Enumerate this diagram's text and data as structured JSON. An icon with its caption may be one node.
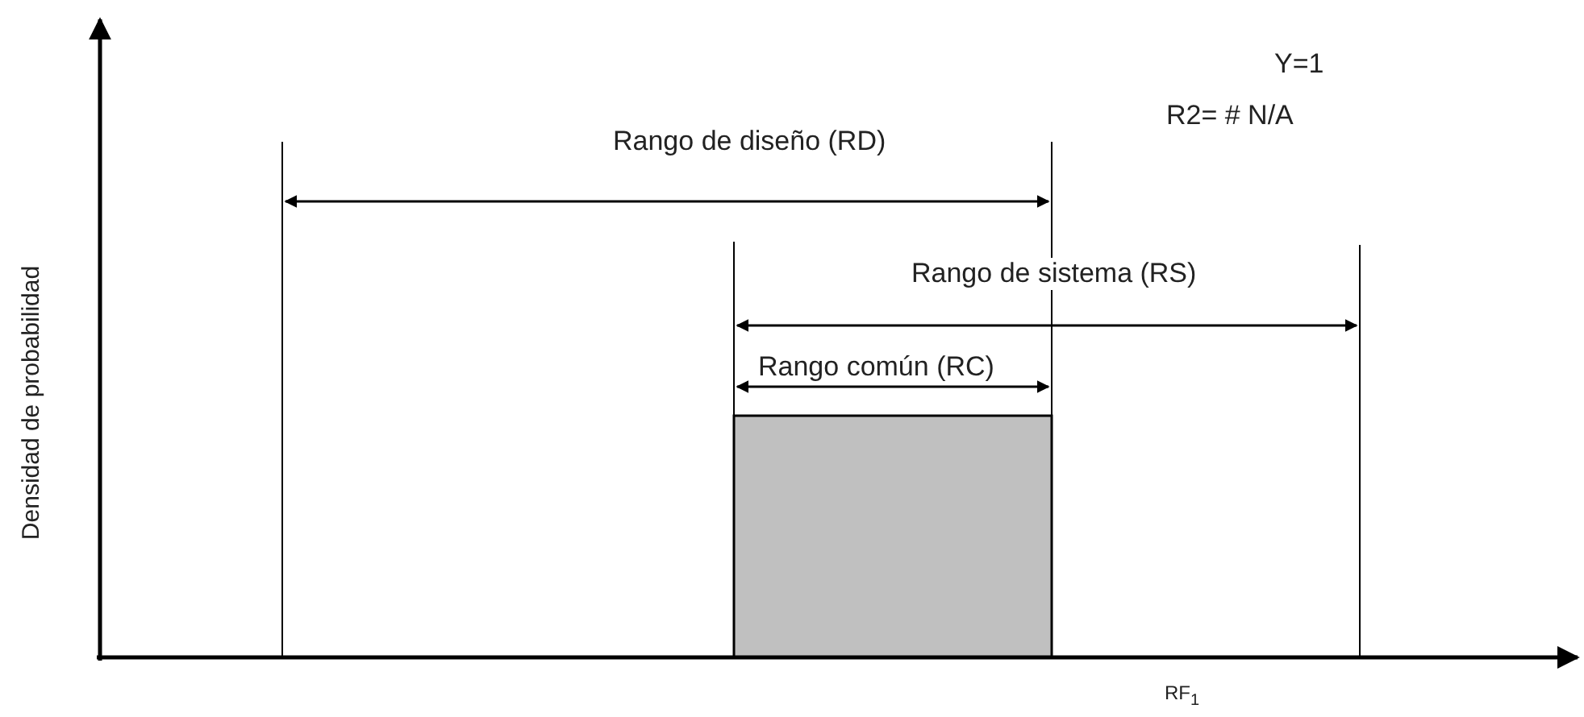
{
  "diagram": {
    "nodes": [
      {
        "text": [],
        "shape": "box"
      }
    ],
    "labels": [
      "Y=1",
      "R2= # N/A",
      "Rango de diseño (RD)",
      "Rango de sistema (RS)",
      "Rango común (RC)",
      "Densidad de probabilidad",
      "RF$_{1}$"
    ]
  }
}
